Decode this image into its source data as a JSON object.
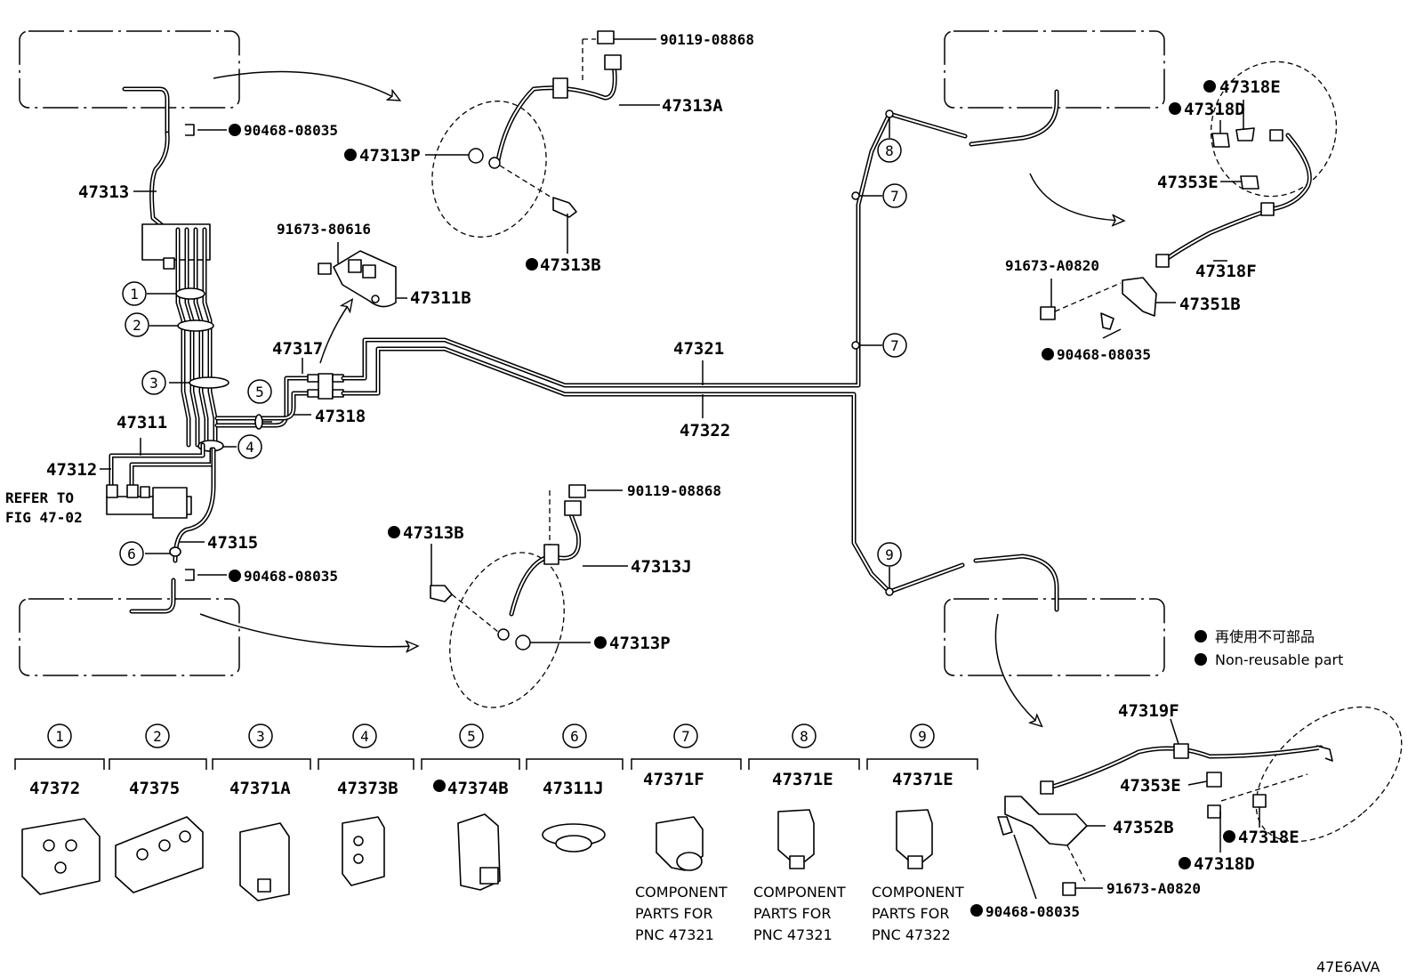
{
  "parts": {
    "p_90119_top": "90119-08868",
    "p_47313A": "47313A",
    "p_47313P_top": "47313P",
    "p_47313B_top": "47313B",
    "p_90468_top": "90468-08035",
    "p_47313": "47313",
    "p_91673_80616": "91673-80616",
    "p_47311B": "47311B",
    "p_47317": "47317",
    "p_47318": "47318",
    "p_47311": "47311",
    "p_47312": "47312",
    "refer_line1": "REFER TO",
    "refer_line2": "FIG 47-02",
    "p_47315": "47315",
    "p_90468_left": "90468-08035",
    "p_47321": "47321",
    "p_47322": "47322",
    "p_90119_mid": "90119-08868",
    "p_47313B_mid": "47313B",
    "p_47313J": "47313J",
    "p_47313P_mid": "47313P",
    "p_47318E_top": "47318E",
    "p_47318D_top": "47318D",
    "p_47353E_top": "47353E",
    "p_91673_A0820_top": "91673-A0820",
    "p_47318F": "47318F",
    "p_47351B": "47351B",
    "p_90468_right": "90468-08035",
    "p_47319F": "47319F",
    "p_47353E_bot": "47353E",
    "p_47352B": "47352B",
    "p_47318E_bot": "47318E",
    "p_47318D_bot": "47318D",
    "p_91673_A0820_bot": "91673-A0820",
    "p_90468_bot": "90468-08035"
  },
  "callouts": [
    "1",
    "2",
    "3",
    "4",
    "5",
    "6",
    "7",
    "8",
    "9"
  ],
  "legend": {
    "jp": "再使用不可部品",
    "en": "Non-reusable part"
  },
  "components": [
    {
      "num": "1",
      "part": "47372",
      "non_reusable": false,
      "note": []
    },
    {
      "num": "2",
      "part": "47375",
      "non_reusable": false,
      "note": []
    },
    {
      "num": "3",
      "part": "47371A",
      "non_reusable": false,
      "note": []
    },
    {
      "num": "4",
      "part": "47373B",
      "non_reusable": false,
      "note": []
    },
    {
      "num": "5",
      "part": "47374B",
      "non_reusable": true,
      "note": []
    },
    {
      "num": "6",
      "part": "47311J",
      "non_reusable": false,
      "note": []
    },
    {
      "num": "7",
      "part": "47371F",
      "non_reusable": false,
      "note": [
        "COMPONENT",
        "PARTS FOR",
        "PNC 47321"
      ]
    },
    {
      "num": "8",
      "part": "47371E",
      "non_reusable": false,
      "note": [
        "COMPONENT",
        "PARTS FOR",
        "PNC 47321"
      ]
    },
    {
      "num": "9",
      "part": "47371E",
      "non_reusable": false,
      "note": [
        "COMPONENT",
        "PARTS FOR",
        "PNC 47322"
      ]
    }
  ],
  "figure_code": "47E6AVA"
}
